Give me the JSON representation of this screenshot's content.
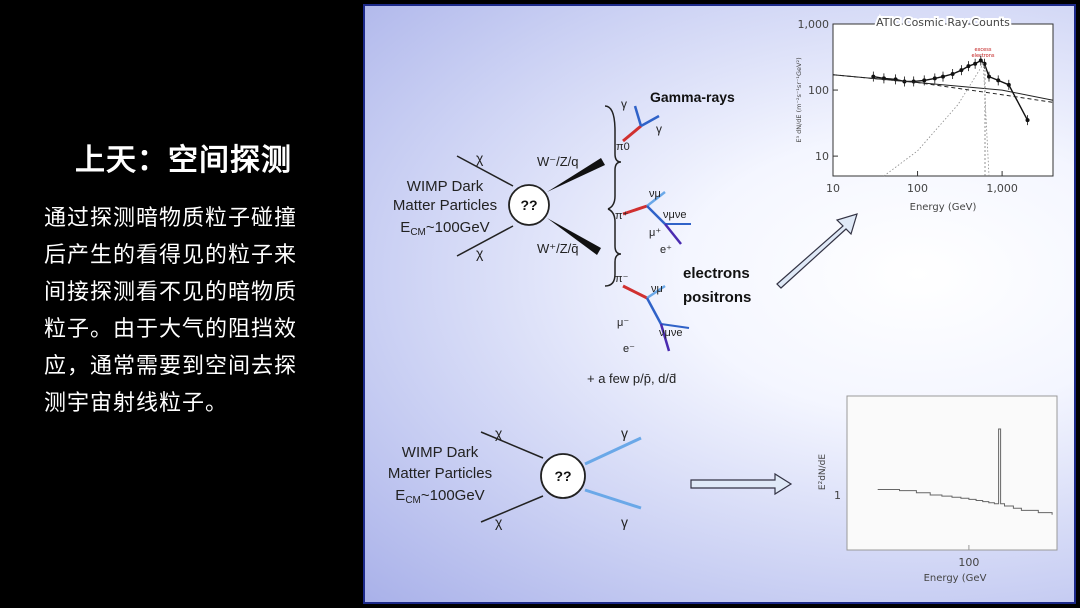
{
  "slide": {
    "title": "上天：空间探测",
    "paragraph_lines": [
      "通过探测暗物质粒子碰撞",
      "后产生的看得见的粒子来",
      "间接探测看不见的暗物质",
      "粒子。由于大气的阻挡效",
      "应，通常需要到空间去探",
      "测宇宙射线粒子。"
    ]
  },
  "diagram_top": {
    "wimp_lines": [
      "WIMP Dark",
      "Matter Particles",
      "E_CM~100GeV"
    ],
    "wimp_lines_display": [
      "WIMP Dark",
      "Matter Particles"
    ],
    "ecm_main": "E",
    "ecm_sub": "CM",
    "ecm_rest": "~100GeV",
    "chi": "χ",
    "vertex": "??",
    "w_upper": "W⁻/Z/q",
    "w_lower": "W⁺/Z/q̄",
    "gamma_rays": "Gamma-rays",
    "gamma": "γ",
    "pi0": "π0",
    "pi_plus": "π⁺",
    "pi_minus": "π⁻",
    "nu_mu": "νμ",
    "nu_mu_nu_e": "νμνe",
    "mu_plus": "μ⁺",
    "mu_minus": "μ⁻",
    "e_plus": "e⁺",
    "e_minus": "e⁻",
    "electrons": "electrons",
    "positrons": "positrons",
    "few": "+ a few p/p̄, d/d̄"
  },
  "diagram_bottom": {
    "wimp_lines": [
      "WIMP Dark",
      "Matter Particles"
    ],
    "ecm_main": "E",
    "ecm_sub": "CM",
    "ecm_rest": "~100GeV",
    "chi": "χ",
    "vertex": "??",
    "gamma": "γ"
  },
  "chart_data": [
    {
      "type": "line",
      "title": "ATIC Cosmic Ray Counts",
      "annotation": [
        "excess",
        "electrons"
      ],
      "xlabel": "Energy (GeV)",
      "ylabel": "E³ dN/dE (m⁻²s⁻¹sr⁻¹GeV²)",
      "xscale": "log",
      "yscale": "log",
      "xlim": [
        10,
        4000
      ],
      "ylim": [
        5,
        1000
      ],
      "xticks": [
        "10",
        "100",
        "1,000"
      ],
      "yticks": [
        "10",
        "100",
        "1,000"
      ],
      "series": [
        {
          "name": "",
          "x": [
            30,
            40,
            55,
            70,
            90,
            120,
            160,
            200,
            260,
            330,
            400,
            480,
            560,
            620,
            700,
            900,
            1200,
            2000
          ],
          "y": [
            160,
            150,
            145,
            135,
            135,
            140,
            150,
            160,
            175,
            200,
            230,
            250,
            280,
            250,
            160,
            140,
            120,
            35
          ]
        },
        {
          "name": "",
          "x": [
            10,
            100,
            1000,
            4000
          ],
          "y": [
            170,
            130,
            85,
            65
          ]
        },
        {
          "name": "",
          "x": [
            10,
            100,
            1000,
            4000
          ],
          "y": [
            170,
            130,
            100,
            70
          ]
        },
        {
          "name": "",
          "x": [
            40,
            100,
            300,
            600,
            700
          ],
          "y": [
            5,
            12,
            60,
            250,
            5
          ]
        }
      ]
    },
    {
      "type": "line",
      "xlabel": "Energy (GeV",
      "ylabel": "E²dN/dE",
      "xscale": "log",
      "xticks": [
        "100"
      ],
      "yticks": [
        "1"
      ],
      "series": [
        {
          "name": "",
          "x": [
            30,
            40,
            50,
            60,
            70,
            80,
            90,
            100,
            110,
            120,
            130,
            140,
            145,
            148,
            150,
            152,
            160,
            180,
            200,
            250,
            300
          ],
          "y": [
            1.05,
            1.04,
            1.02,
            1.0,
            0.99,
            0.98,
            0.97,
            0.96,
            0.95,
            0.94,
            0.93,
            0.92,
            0.92,
            1.6,
            1.6,
            0.92,
            0.9,
            0.88,
            0.86,
            0.84,
            0.82
          ]
        }
      ]
    }
  ],
  "colors": {
    "panel_border": "#1d2a8a",
    "arrow_red": "#d03030",
    "arrow_blue": "#2f62c8",
    "arrow_light": "#6aa8e8",
    "arrow_purple": "#4a2bb0",
    "annotation": "#c01818"
  }
}
